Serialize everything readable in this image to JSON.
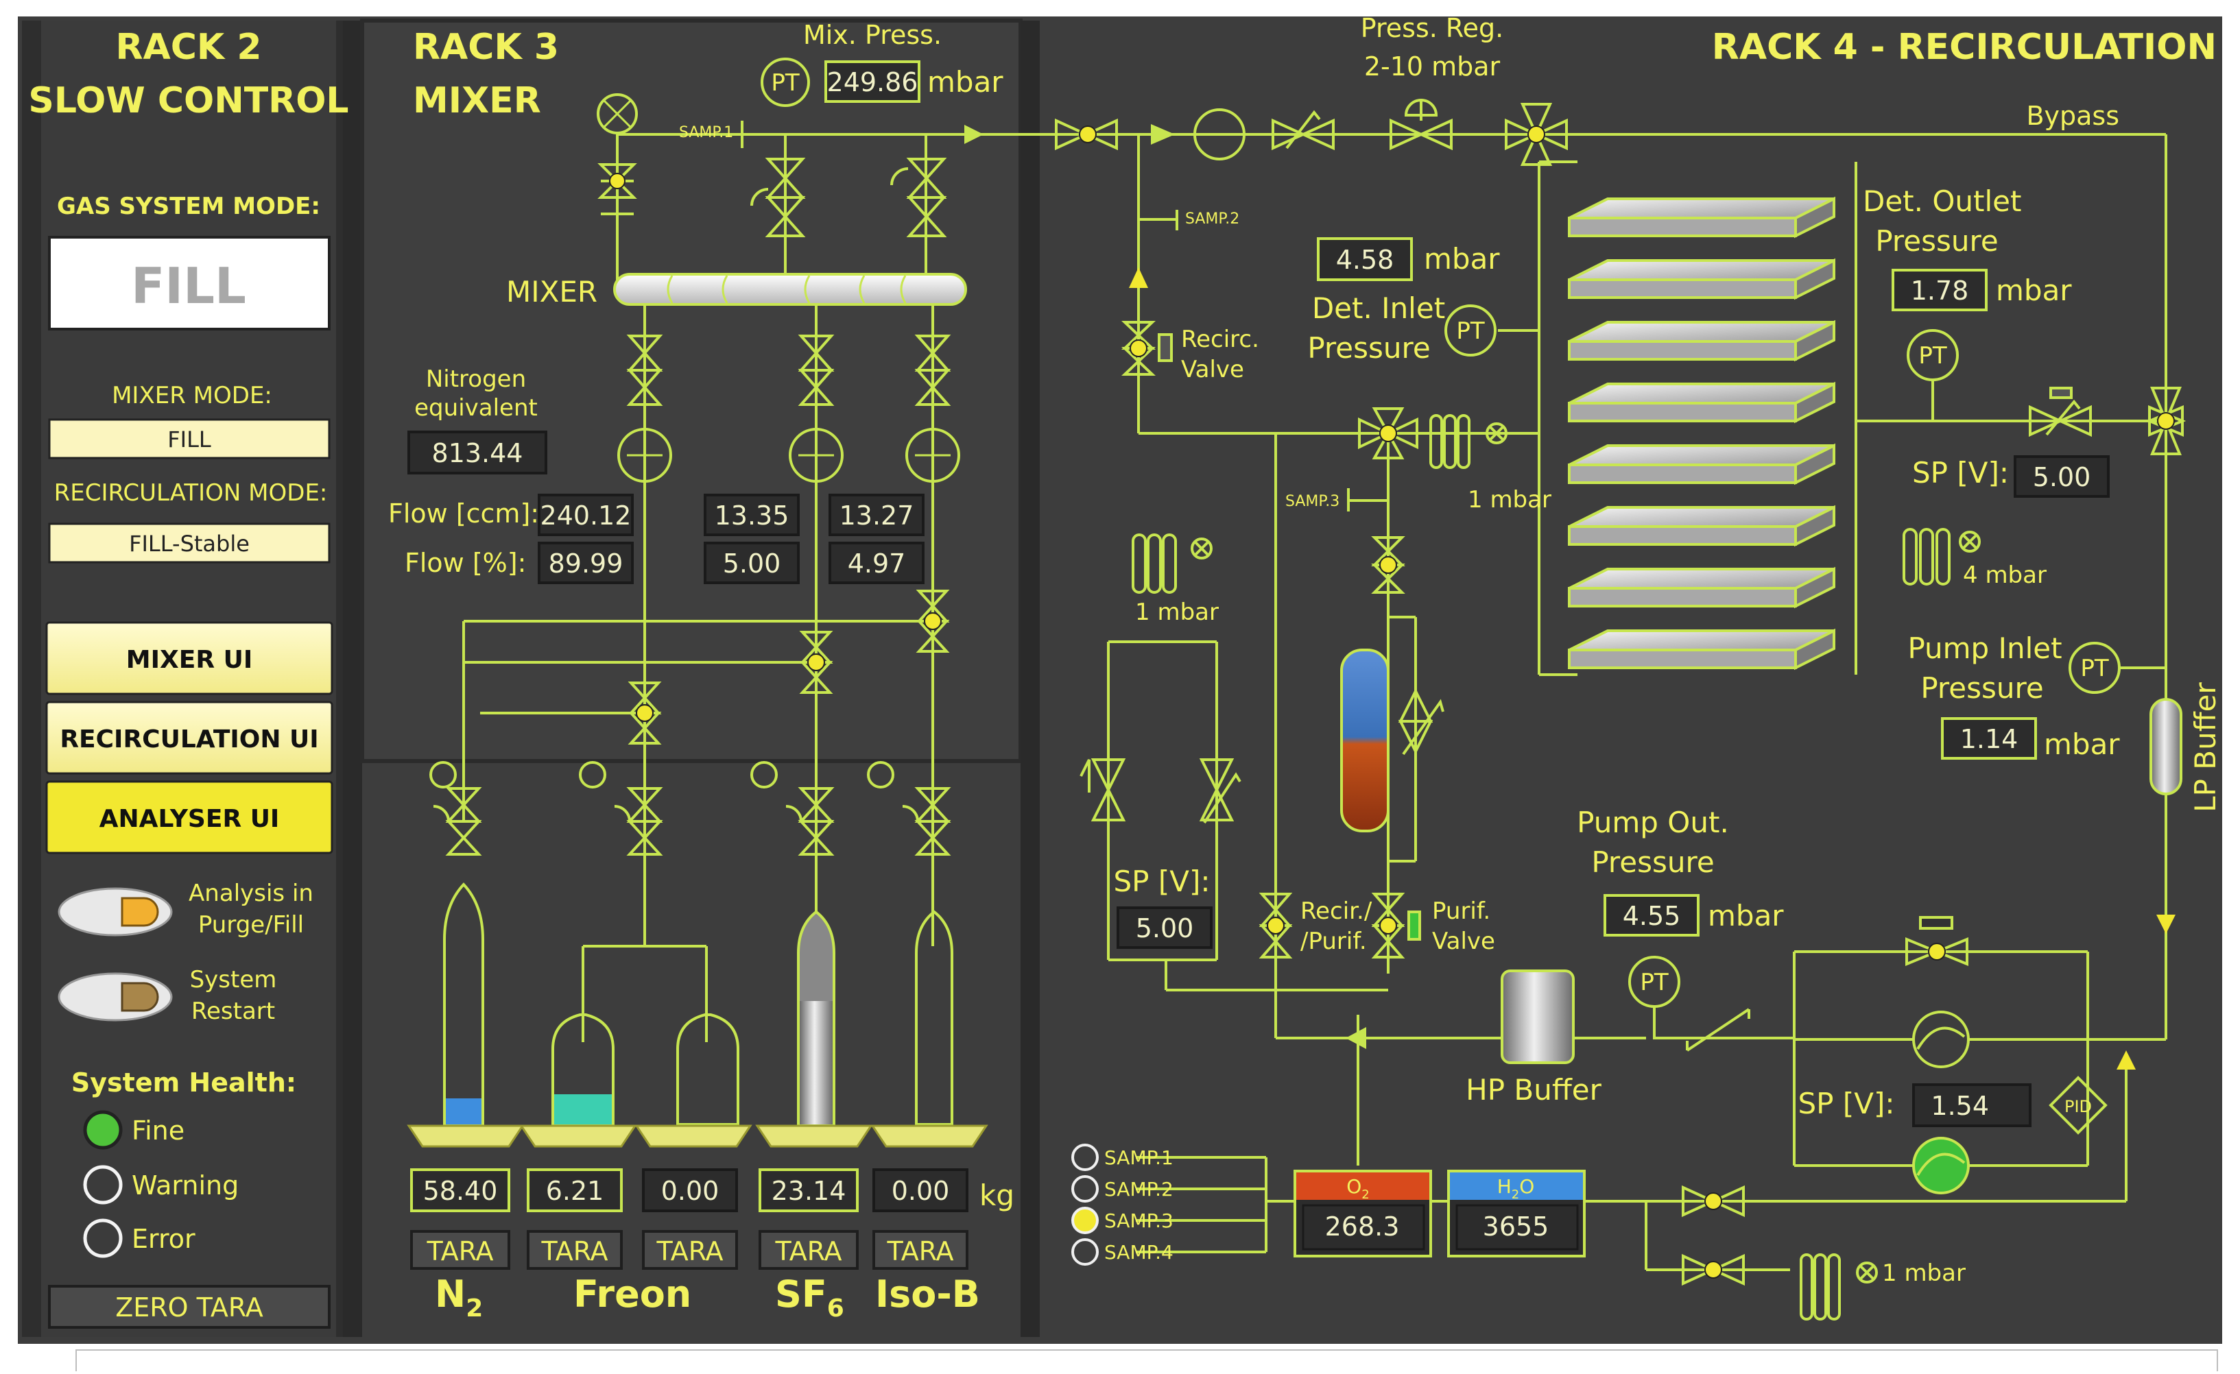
{
  "racks": {
    "rack2_line1": "RACK 2",
    "rack2_line2": "SLOW CONTROL",
    "rack3_line1": "RACK 3",
    "rack3_line2": "MIXER",
    "rack4": "RACK 4  -  RECIRCULATION"
  },
  "slow_control": {
    "gas_mode_label": "GAS SYSTEM MODE:",
    "gas_mode_value": "FILL",
    "mixer_mode_label": "MIXER  MODE:",
    "mixer_mode_value": "FILL",
    "recirc_mode_label": "RECIRCULATION MODE:",
    "recirc_mode_value": "FILL-Stable",
    "buttons": {
      "mixer": "MIXER UI",
      "recirculation": "RECIRCULATION UI",
      "analyser": "ANALYSER UI"
    },
    "toggle1_l1": "Analysis in",
    "toggle1_l2": "Purge/Fill",
    "toggle2_l1": "System",
    "toggle2_l2": "Restart",
    "health_label": "System Health:",
    "health_fine": "Fine",
    "health_warning": "Warning",
    "health_error": "Error",
    "health_state": "Fine",
    "zero_tara": "ZERO TARA"
  },
  "mixer": {
    "mix_press_label": "Mix. Press.",
    "mix_press_value": "249.86",
    "mix_press_unit": "mbar",
    "pt": "PT",
    "samp1": "SAMP.1",
    "mixer_label": "MIXER",
    "n2eq_l1": "Nitrogen",
    "n2eq_l2": "equivalent",
    "n2eq_value": "813.44",
    "flow_ccm_label": "Flow [ccm]:",
    "flow_pct_label": "Flow [%]:",
    "flow_ccm": [
      "240.12",
      "13.35",
      "13.27"
    ],
    "flow_pct": [
      "89.99",
      "5.00",
      "4.97"
    ],
    "weights": [
      "58.40",
      "6.21",
      "0.00",
      "23.14",
      "0.00"
    ],
    "weight_unit": "kg",
    "tara": "TARA",
    "gas_n2": "N",
    "gas_n2_sub": "2",
    "gas_freon": "Freon",
    "gas_sf6": "SF",
    "gas_sf6_sub": "6",
    "gas_isob": "Iso-B"
  },
  "recirc": {
    "press_reg_l1": "Press. Reg.",
    "press_reg_l2": "2-10 mbar",
    "bypass": "Bypass",
    "samp2": "SAMP.2",
    "samp3": "SAMP.3",
    "recirc_valve_l1": "Recirc.",
    "recirc_valve_l2": "Valve",
    "det_inlet_value": "4.58",
    "det_inlet_unit": "mbar",
    "det_inlet_l1": "Det. Inlet",
    "det_inlet_l2": "Pressure",
    "det_outlet_l1": "Det. Outlet",
    "det_outlet_l2": "Pressure",
    "det_outlet_value": "1.78",
    "det_outlet_unit": "mbar",
    "one_mbar": "1 mbar",
    "four_mbar": "4 mbar",
    "sp_label": "SP [V]:",
    "sp_outlet": "5.00",
    "sp_left": "5.00",
    "sp_pump": "1.54",
    "pid": "PID",
    "pump_inlet_l1": "Pump Inlet",
    "pump_inlet_l2": "Pressure",
    "pump_inlet_value": "1.14",
    "pump_inlet_unit": "mbar",
    "lp_buffer": "LP Buffer",
    "pump_out_l1": "Pump Out.",
    "pump_out_l2": "Pressure",
    "pump_out_value": "4.55",
    "pump_out_unit": "mbar",
    "recir_purif_l1": "Recir./",
    "recir_purif_l2": "/Purif.",
    "purif_valve_l1": "Purif.",
    "purif_valve_l2": "Valve",
    "hp_buffer": "HP Buffer",
    "samples": [
      "SAMP.1",
      "SAMP.2",
      "SAMP.3",
      "SAMP.4"
    ],
    "selected_sample": "SAMP.3",
    "o2_label": "O",
    "o2_sub": "2",
    "o2_value": "268.3",
    "h2o_label": "H",
    "h2o_sub": "2",
    "h2o_label_b": "O",
    "h2o_value": "3655"
  },
  "colors": {
    "accent": "#c8e650",
    "text": "#f2f25e",
    "panel": "#3d3d3d",
    "button": "#f7f2a0"
  }
}
